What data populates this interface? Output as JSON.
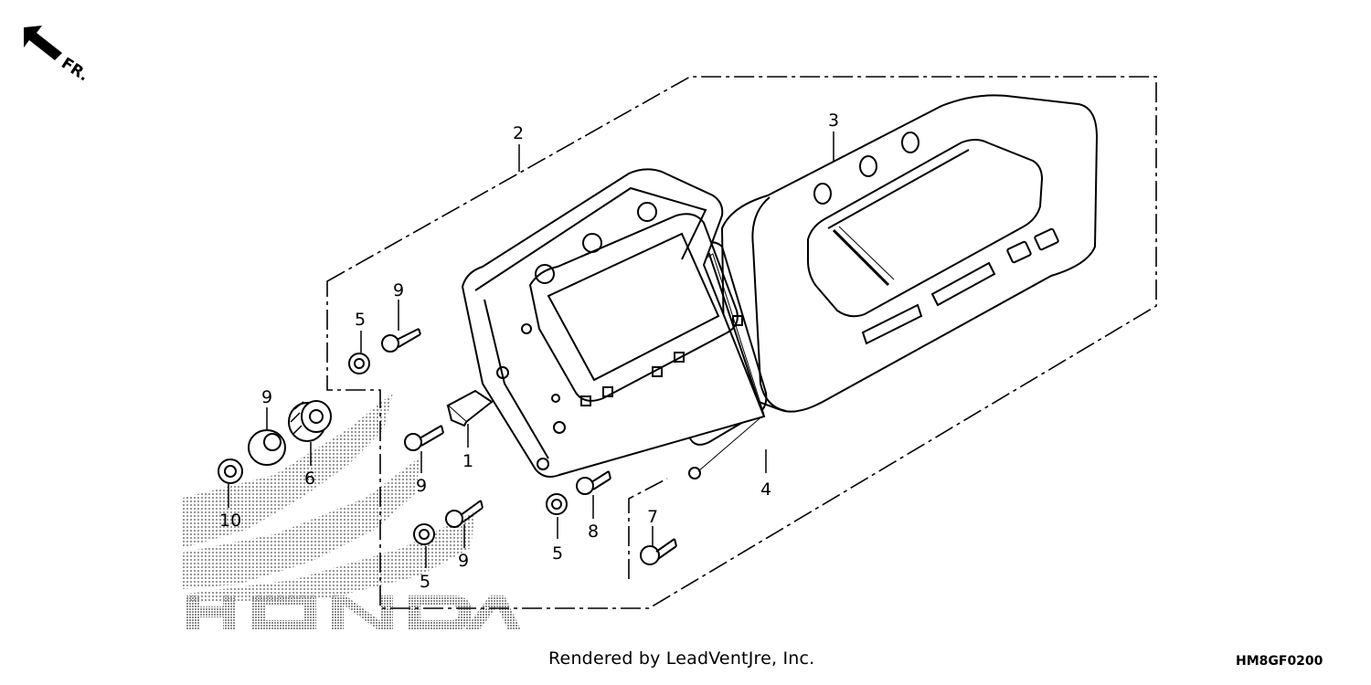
{
  "direction": {
    "label": "FR."
  },
  "callouts": [
    "1",
    "2",
    "3",
    "4",
    "5",
    "5",
    "5",
    "6",
    "7",
    "8",
    "9",
    "9",
    "9",
    "9",
    "10"
  ],
  "watermark": {
    "text": "HONDA"
  },
  "footer": {
    "credit": "Rendered by LeadVentJre, Inc.",
    "code": "HM8GF0200"
  }
}
